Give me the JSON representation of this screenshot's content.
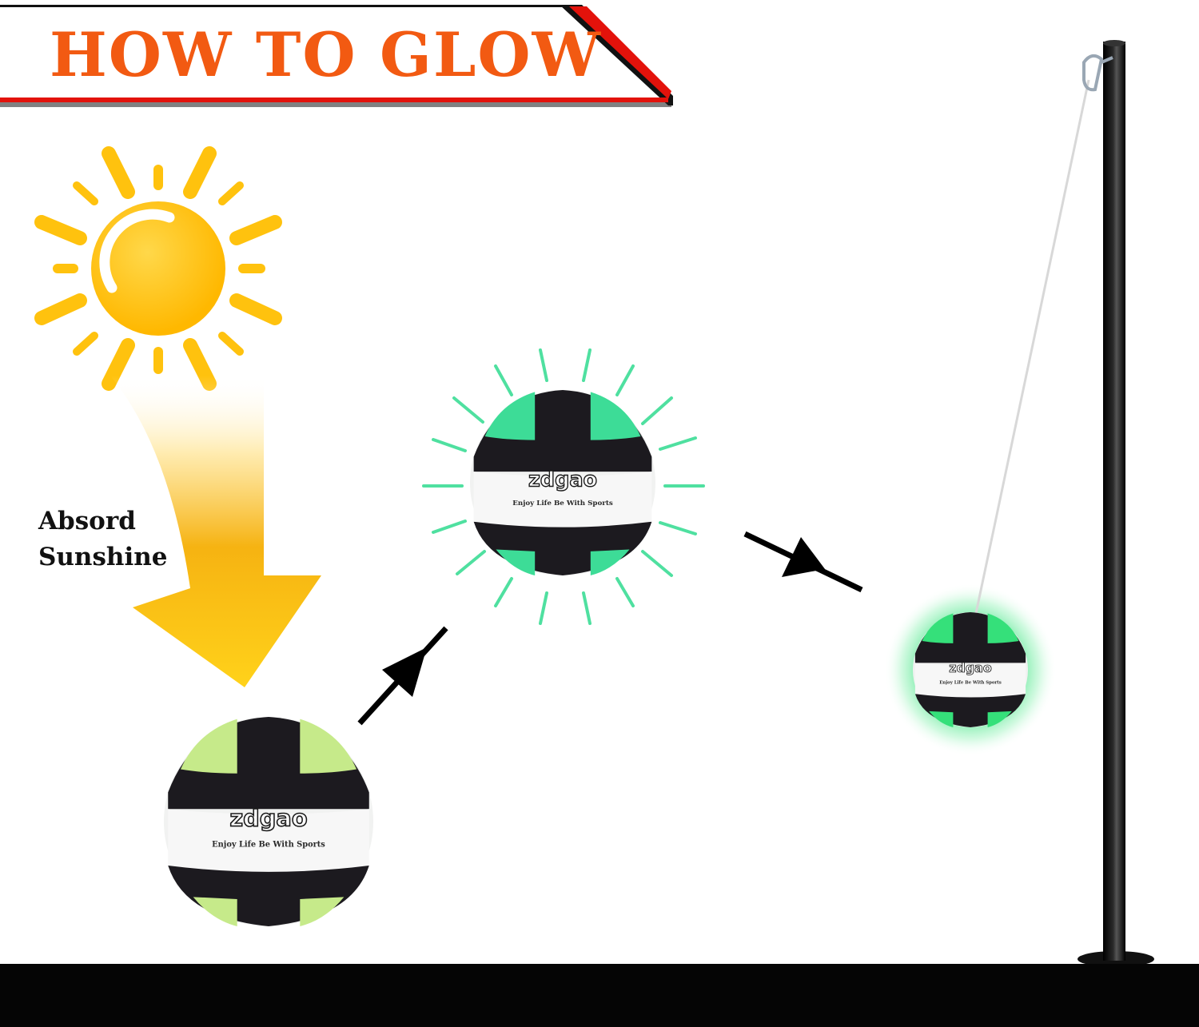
{
  "banner": {
    "title": "HOW TO GLOW"
  },
  "caption": {
    "line1": "Absord",
    "line2": "Sunshine"
  },
  "balls": {
    "brand": "zdgao",
    "slogan": "Enjoy Life Be With Sports",
    "slogan_small": "Enjoy Life Be With Sports"
  },
  "colors": {
    "title_orange": "#f25a12",
    "banner_red": "#e3120b",
    "sun_yellow": "#ffc20e",
    "glow_green": "#3ddc97",
    "ball_black": "#1c1a1f",
    "ball_white": "#f1f2f1",
    "ball_lime": "#c6ea8a",
    "ground": "#050505",
    "pole": "#0c0c0c"
  },
  "icons": [
    "sun-icon",
    "down-arrow-icon",
    "arrow-icon",
    "arrow-icon",
    "pole-icon",
    "rope-icon"
  ]
}
